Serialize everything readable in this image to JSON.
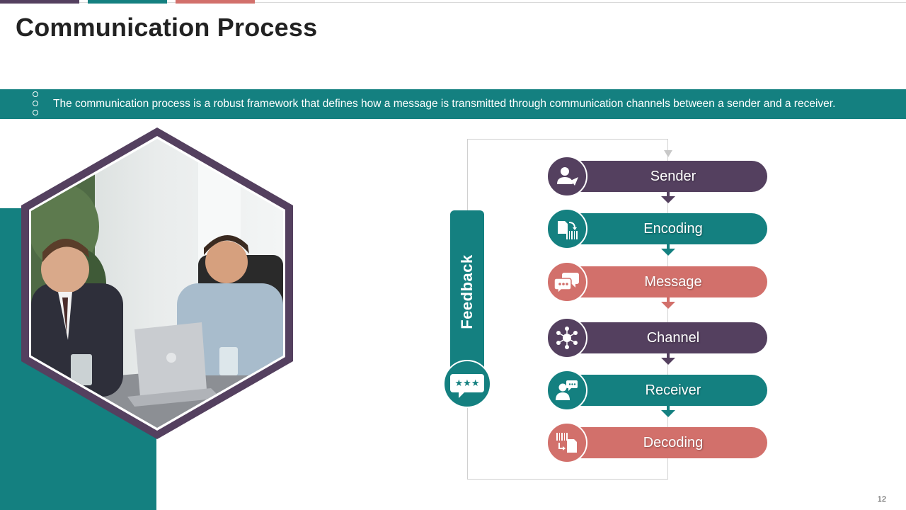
{
  "header": {
    "title": "Communication Process"
  },
  "banner": {
    "text": "The communication process is a robust framework that defines how a message is transmitted through communication channels between a sender and a receiver."
  },
  "colors": {
    "teal": "#148080",
    "purple": "#54405f",
    "coral": "#d2706b",
    "dark_text": "#222222"
  },
  "photo": {
    "description_icon": "business-meeting-photo"
  },
  "diagram": {
    "feedback_label": "Feedback",
    "feedback_icon": "chat-bubble-icon",
    "steps": [
      {
        "label": "Sender",
        "icon": "person-send-icon",
        "color": "#54405f"
      },
      {
        "label": "Encoding",
        "icon": "encode-document-icon",
        "color": "#148080"
      },
      {
        "label": "Message",
        "icon": "speech-bubbles-icon",
        "color": "#d2706b"
      },
      {
        "label": "Channel",
        "icon": "network-hub-icon",
        "color": "#54405f"
      },
      {
        "label": "Receiver",
        "icon": "person-receive-icon",
        "color": "#148080"
      },
      {
        "label": "Decoding",
        "icon": "decode-document-icon",
        "color": "#d2706b"
      }
    ]
  },
  "footer": {
    "page_number": "12"
  }
}
